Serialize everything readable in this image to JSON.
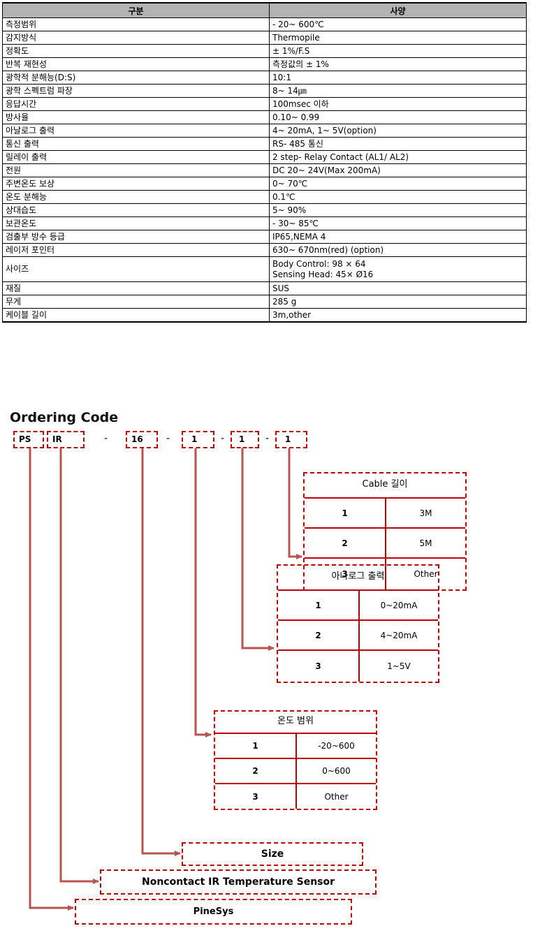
{
  "spec_table": {
    "headers": [
      "구분",
      "사양"
    ],
    "rows": [
      [
        "측정범위",
        "- 20~ 600℃"
      ],
      [
        "감지방식",
        "Thermopile"
      ],
      [
        "정확도",
        "± 1%/F.S"
      ],
      [
        "반복 재현성",
        "측정값의 ± 1%"
      ],
      [
        "광학적 분해능(D:S)",
        "10:1"
      ],
      [
        "광학 스펙트럼 파장",
        "8~ 14㎛"
      ],
      [
        "응답시간",
        "100msec 이하"
      ],
      [
        "방사율",
        "0.10~ 0.99"
      ],
      [
        "아날로그 출력",
        "4~ 20mA, 1~ 5V(option)"
      ],
      [
        "통신 출력",
        "RS- 485 통신"
      ],
      [
        "릴레이 출력",
        "2 step- Relay Contact (AL1/ AL2)"
      ],
      [
        "전원",
        "DC 20~ 24V(Max 200mA)"
      ],
      [
        "주변온도 보상",
        "0~ 70℃"
      ],
      [
        "온도 분해능",
        "0.1℃"
      ],
      [
        "상대습도",
        "5~ 90%"
      ],
      [
        "보관온도",
        "- 30~ 85℃"
      ],
      [
        "검출부 방수 등급",
        "IP65,NEMA 4"
      ],
      [
        "레이저 포인터",
        "630~ 670nm(red) (option)"
      ]
    ],
    "size_row": {
      "label": "사이즈",
      "line1": "Body Control:  98 × 64",
      "line2": "Sensing Head:  45× Ø16"
    },
    "rows_after": [
      [
        "재질",
        "SUS"
      ],
      [
        "무게",
        "285 g"
      ],
      [
        "케이블 길이",
        "3m,other"
      ]
    ]
  },
  "ordering": {
    "title": "Ordering Code",
    "codes": [
      "PS",
      "IR",
      "16",
      "1",
      "1",
      "1"
    ],
    "separator": "-",
    "cable_table": {
      "title": "Cable 길이",
      "rows": [
        [
          "1",
          "3M"
        ],
        [
          "2",
          "5M"
        ],
        [
          "3",
          "Other"
        ]
      ]
    },
    "analog_table": {
      "title": "아나로그 출력",
      "rows": [
        [
          "1",
          "0~20mA"
        ],
        [
          "2",
          "4~20mA"
        ],
        [
          "3",
          "1~5V"
        ]
      ]
    },
    "temp_table": {
      "title": "온도 범위",
      "rows": [
        [
          "1",
          "-20~600"
        ],
        [
          "2",
          "0~600"
        ],
        [
          "3",
          "Other"
        ]
      ]
    },
    "legend": {
      "size": "Size",
      "sensor": "Noncontact  IR Temperature Sensor",
      "brand": "PineSys"
    }
  },
  "colors": {
    "accent": "#c00000",
    "arrow": "#b85450",
    "header_bg": "#b3b3b3"
  }
}
